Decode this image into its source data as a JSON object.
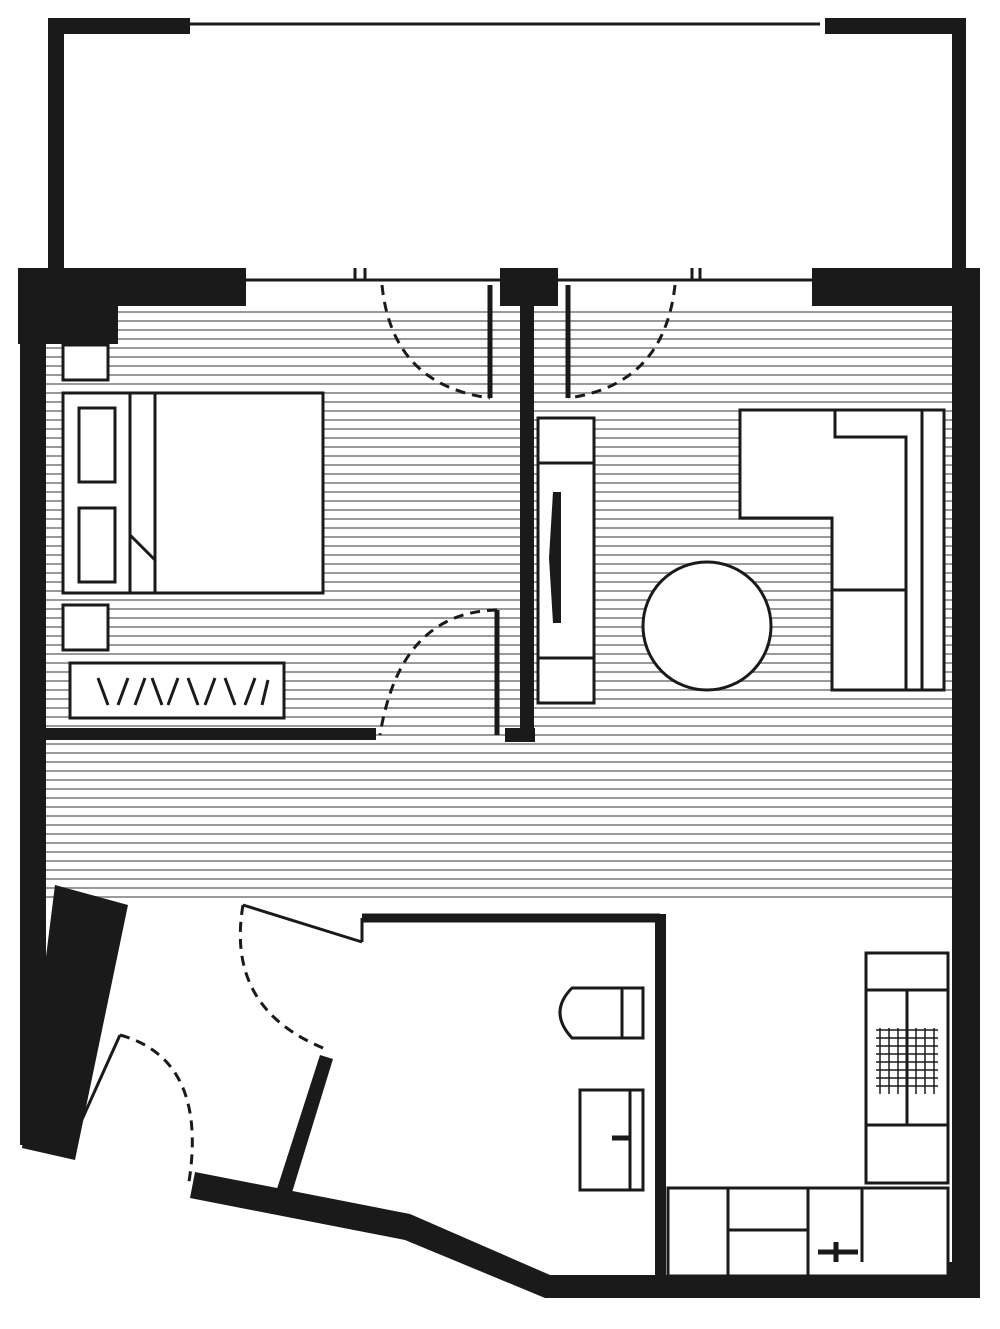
{
  "plan": {
    "rooms": [
      "balcony",
      "bedroom",
      "living-room",
      "hallway",
      "entry",
      "bathroom",
      "kitchen"
    ],
    "floor_finish": "timber-hatched",
    "colors": {
      "wall": "#1a1a1a",
      "hatch": "#9a9a9a",
      "background": "#ffffff"
    },
    "fixtures": [
      "double-bed",
      "bedside-table",
      "wardrobe",
      "sofa",
      "round-table",
      "tv-unit",
      "toilet",
      "basin",
      "fridge",
      "cooktop",
      "kitchen-counter",
      "sink"
    ]
  }
}
